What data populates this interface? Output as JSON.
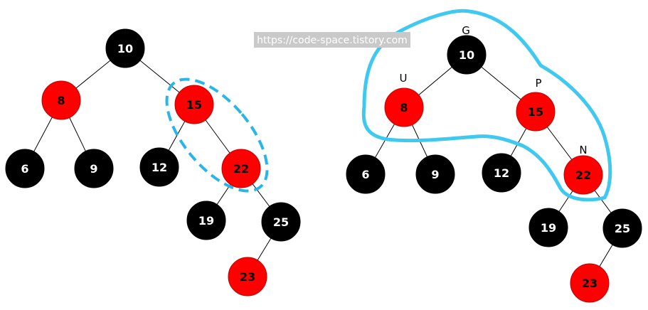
{
  "watermark": "https://code-space.tistory.com",
  "colors": {
    "red": "#ff0000",
    "black": "#000000",
    "highlight": "#29b5e8"
  },
  "left_tree": {
    "nodes": [
      {
        "label": "10",
        "color": "black"
      },
      {
        "label": "8",
        "color": "red"
      },
      {
        "label": "15",
        "color": "red"
      },
      {
        "label": "6",
        "color": "black"
      },
      {
        "label": "9",
        "color": "black"
      },
      {
        "label": "12",
        "color": "black"
      },
      {
        "label": "22",
        "color": "red"
      },
      {
        "label": "19",
        "color": "black"
      },
      {
        "label": "25",
        "color": "black"
      },
      {
        "label": "23",
        "color": "red"
      }
    ]
  },
  "right_tree": {
    "nodes": [
      {
        "label": "10",
        "color": "black"
      },
      {
        "label": "8",
        "color": "red"
      },
      {
        "label": "15",
        "color": "red"
      },
      {
        "label": "6",
        "color": "black"
      },
      {
        "label": "9",
        "color": "black"
      },
      {
        "label": "12",
        "color": "black"
      },
      {
        "label": "22",
        "color": "red"
      },
      {
        "label": "19",
        "color": "black"
      },
      {
        "label": "25",
        "color": "black"
      },
      {
        "label": "23",
        "color": "red"
      }
    ],
    "role_labels": {
      "g": "G",
      "u": "U",
      "p": "P",
      "n": "N"
    }
  }
}
